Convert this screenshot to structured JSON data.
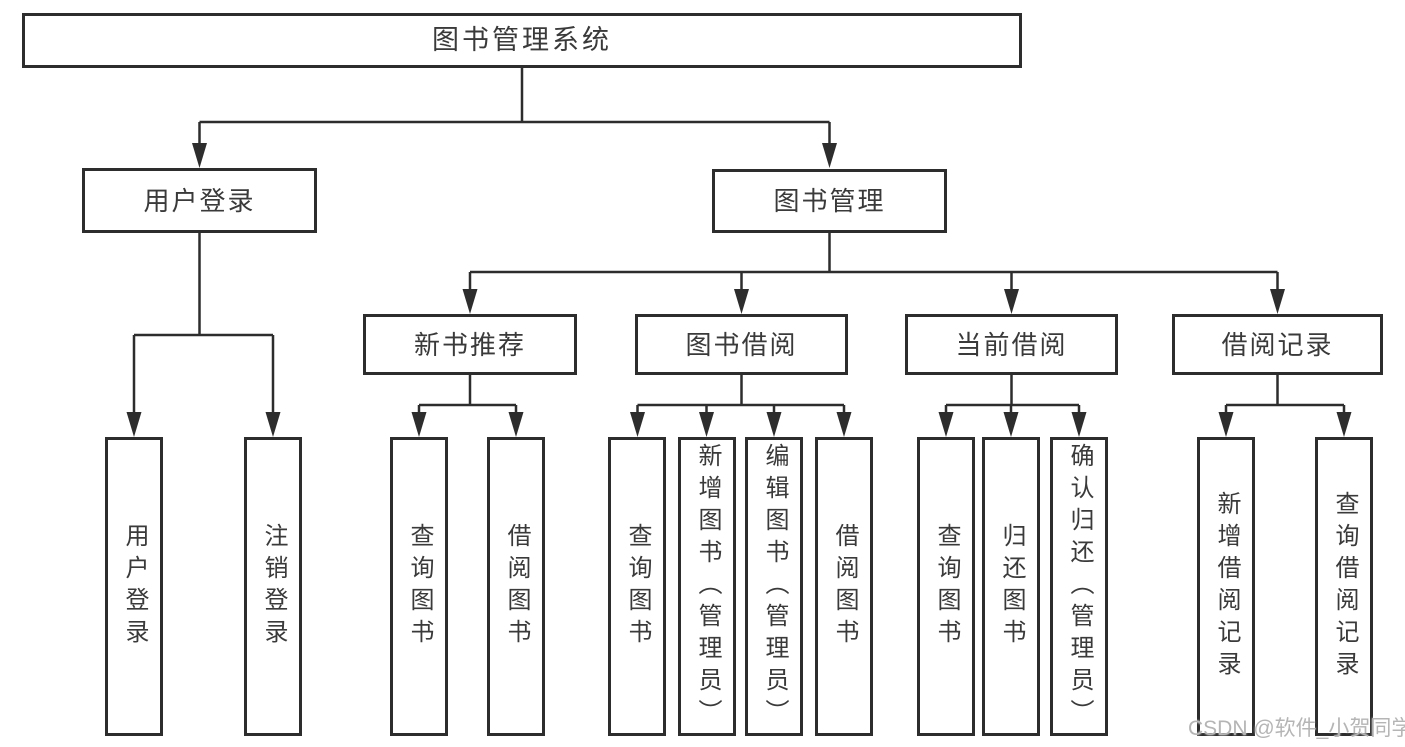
{
  "tree": {
    "root": "图书管理系统",
    "l2": [
      "用户登录",
      "图书管理"
    ],
    "l3": [
      "新书推荐",
      "图书借阅",
      "当前借阅",
      "借阅记录"
    ],
    "leaves": {
      "user_login_group": [
        "用户登录",
        "注销登录"
      ],
      "new_book_group": [
        "查询图书",
        "借阅图书"
      ],
      "book_borrow_group": [
        "查询图书",
        "新增图书（管理员）",
        "编辑图书（管理员）",
        "借阅图书"
      ],
      "current_borrow_group": [
        "查询图书",
        "归还图书",
        "确认归还（管理员）"
      ],
      "record_group": [
        "新增借阅记录",
        "查询借阅记录"
      ]
    }
  },
  "watermark": {
    "text": "CSDN @软件_小贺同学"
  },
  "colors": {
    "line": "#2d2d2d",
    "node_border": "#2d2d2d",
    "node_text": "#3a3a3a",
    "watermark_text": "#b5b5b5",
    "background": "#ffffff"
  }
}
